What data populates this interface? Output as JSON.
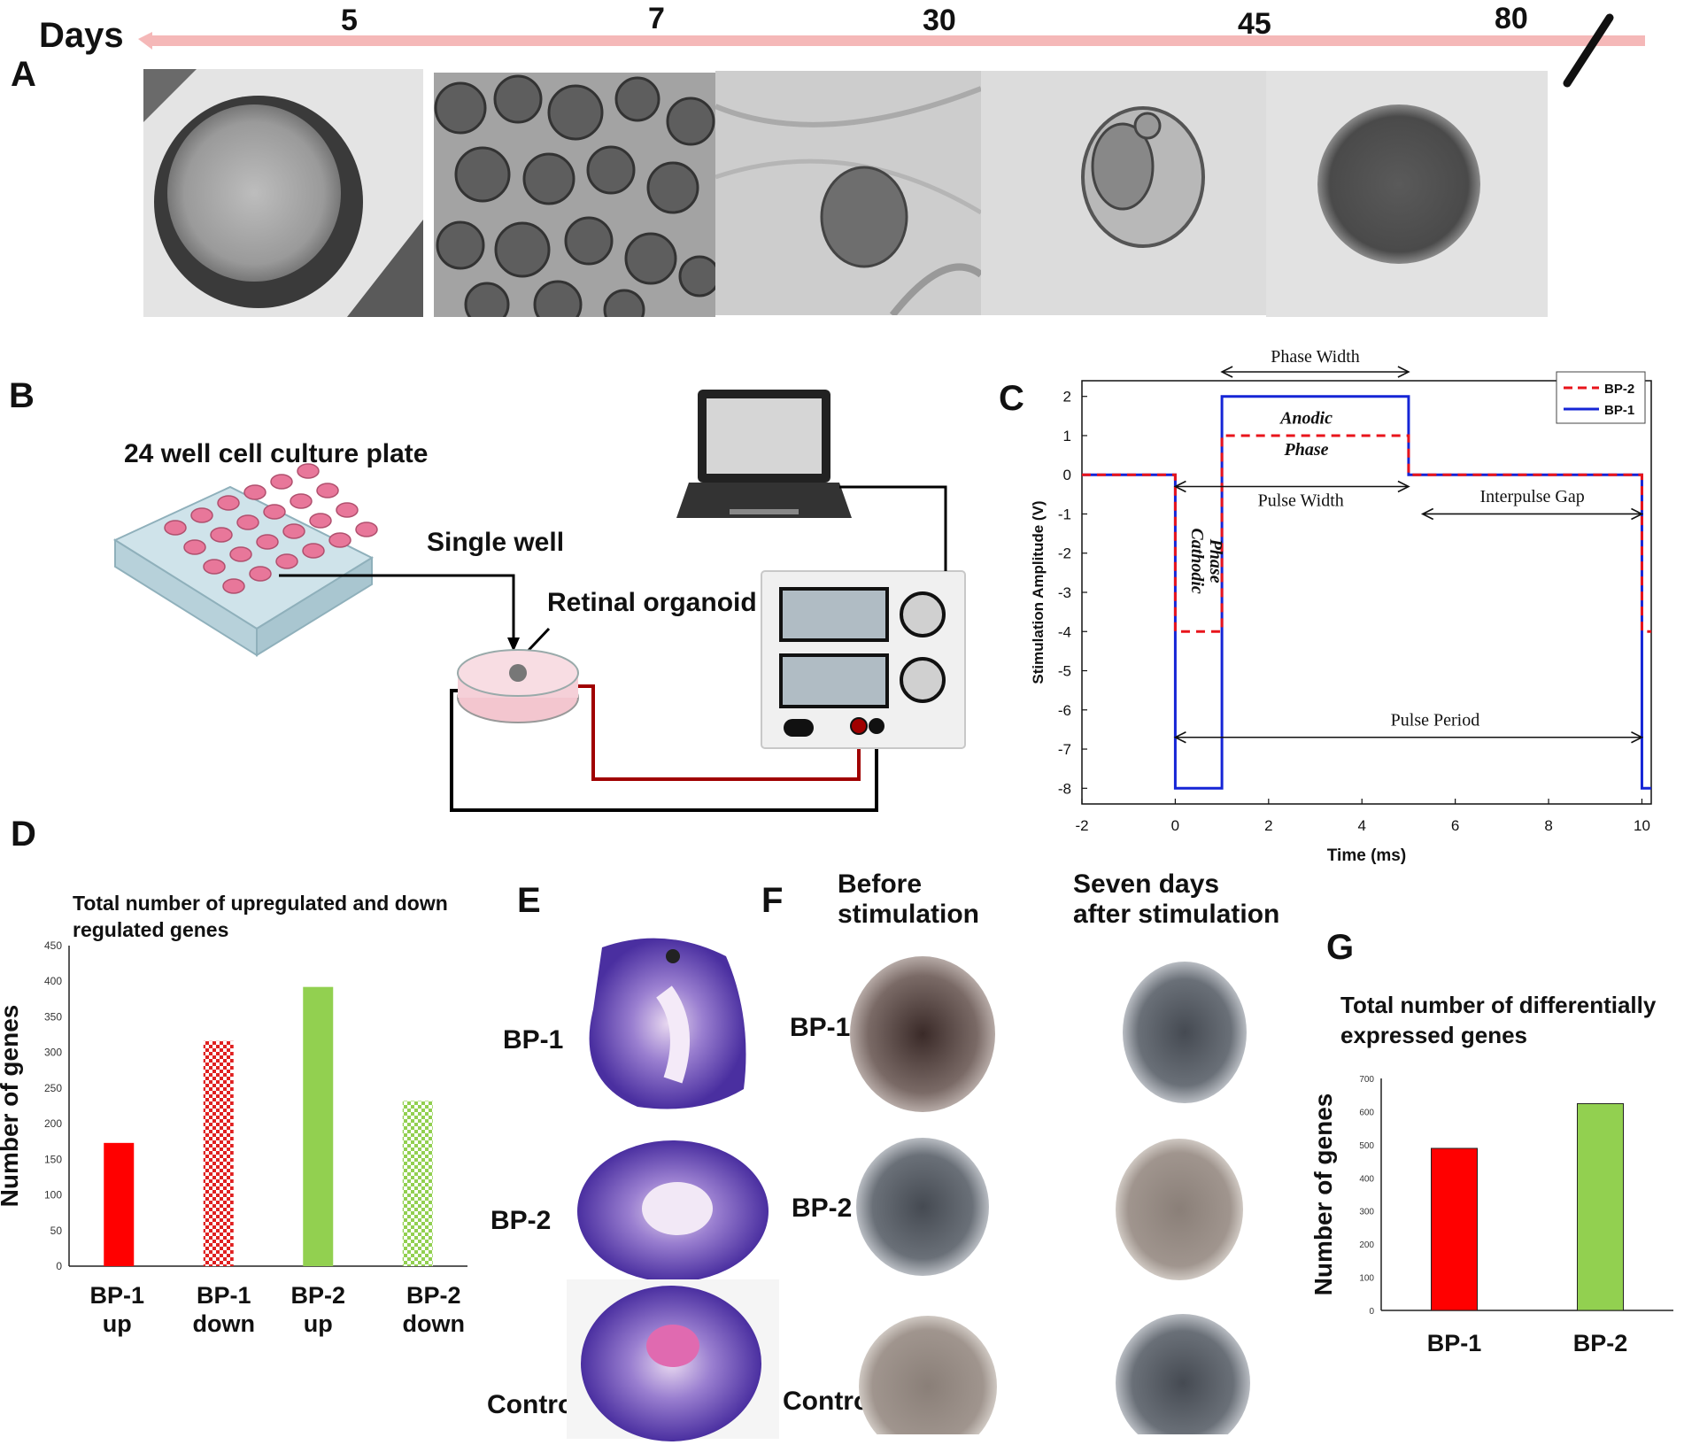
{
  "panelA": {
    "letter": "A",
    "days_label": "Days",
    "day_ticks": [
      "5",
      "7",
      "30",
      "45",
      "80"
    ]
  },
  "panelB": {
    "letter": "B",
    "plate_label": "24 well cell culture plate",
    "well_label": "Single well",
    "organoid_label": "Retinal organoid"
  },
  "panelC": {
    "letter": "C",
    "chart_data": {
      "type": "line",
      "xlabel": "Time (ms)",
      "ylabel": "Stimulation Amplitude (V)",
      "xlim": [
        -2,
        10.2
      ],
      "ylim": [
        -8.4,
        2.4
      ],
      "xticks": [
        "-2",
        "0",
        "2",
        "4",
        "6",
        "8",
        "10"
      ],
      "yticks": [
        "2",
        "1",
        "0",
        "-1",
        "-2",
        "-3",
        "-4",
        "-5",
        "-6",
        "-7",
        "-8"
      ],
      "legend_position": "top-right",
      "series": [
        {
          "name": "BP-2",
          "color": "#e8141b",
          "style": "dashed",
          "x": [
            -2,
            0,
            0,
            1,
            1,
            5,
            5,
            10,
            10,
            10.2
          ],
          "y": [
            0,
            0,
            -4,
            -4,
            1,
            1,
            0,
            0,
            -4,
            -4
          ]
        },
        {
          "name": "BP-1",
          "color": "#1525d6",
          "style": "solid",
          "x": [
            -2,
            0,
            0,
            1,
            1,
            5,
            5,
            10,
            10,
            10.2
          ],
          "y": [
            0,
            0,
            -8,
            -8,
            2,
            2,
            0,
            0,
            -8,
            -8
          ]
        }
      ],
      "annotations": [
        "Phase Width",
        "Anodic",
        "Phase",
        "Pulse Width",
        "Interpulse Gap",
        "Cathodic",
        "Phase",
        "Pulse Period"
      ]
    }
  },
  "panelD": {
    "letter": "D",
    "chart_data": {
      "type": "bar",
      "title": "Total number of upregulated and down regulated genes",
      "ylabel": "Number of genes",
      "ylim": [
        0,
        450
      ],
      "yticks": [
        "0",
        "50",
        "100",
        "150",
        "200",
        "250",
        "300",
        "350",
        "400",
        "450"
      ],
      "categories": [
        [
          "BP-1",
          "up"
        ],
        [
          "BP-1",
          "down"
        ],
        [
          "BP-2",
          "up"
        ],
        [
          "BP-2",
          "down"
        ]
      ],
      "values": [
        173,
        316,
        392,
        232
      ],
      "colors": [
        "#ff0000",
        "#e02020",
        "#92d050",
        "#92d050"
      ],
      "patterns": [
        "solid",
        "checker",
        "solid",
        "checker"
      ]
    }
  },
  "panelE": {
    "letter": "E",
    "rows": [
      "BP-1",
      "BP-2",
      "Control"
    ]
  },
  "panelF": {
    "letter": "F",
    "col_before": [
      "Before",
      "stimulation"
    ],
    "col_after": [
      "Seven days",
      "after stimulation"
    ],
    "rows": [
      "BP-1",
      "BP-2",
      "Control"
    ]
  },
  "panelG": {
    "letter": "G",
    "chart_data": {
      "type": "bar",
      "title": "Total number of differentially expressed genes",
      "title_lines": [
        "Total number of differentially",
        " expressed genes"
      ],
      "ylabel": "Number of genes",
      "ylim": [
        0,
        700
      ],
      "yticks": [
        "0",
        "100",
        "200",
        "300",
        "400",
        "500",
        "600",
        "700"
      ],
      "categories": [
        "BP-1",
        "BP-2"
      ],
      "values": [
        489,
        624
      ],
      "colors": [
        "#ff0000",
        "#92d050"
      ]
    }
  }
}
